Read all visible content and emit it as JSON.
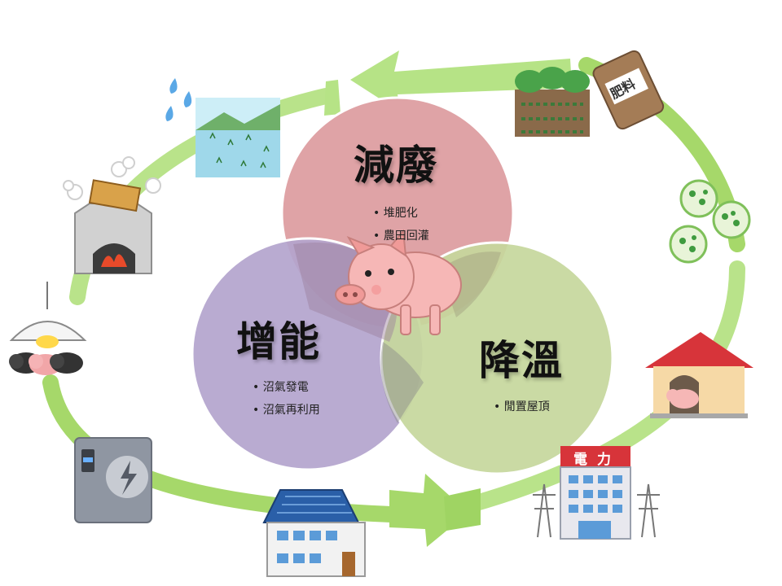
{
  "circles": {
    "reduce_waste": {
      "title": "減廢",
      "items": [
        "堆肥化",
        "農田回灌"
      ],
      "color": "#dfa3a6"
    },
    "increase_energy": {
      "title": "增能",
      "items": [
        "沼氣發電",
        "沼氣再利用"
      ],
      "color": "#b3a4cd"
    },
    "cooling": {
      "title": "降溫",
      "items": [
        "閒置屋頂"
      ],
      "color": "#c5d79c"
    }
  },
  "labels": {
    "fertilizer_bag": "肥料",
    "power_company_sign": "電力"
  },
  "colors": {
    "arrow_green": "#a6d86a",
    "arrow_green_dark": "#7cc048",
    "pig_pink": "#f6b7b6",
    "roof_red": "#d7343a"
  },
  "icons": [
    "pig-icon",
    "rice-paddy-rain-icon",
    "fertilizer-field-icon",
    "fertilizer-bag-icon",
    "algae-cells-icon",
    "steaming-stove-icon",
    "heat-lamp-piglets-icon",
    "battery-cabinet-icon",
    "solar-house-icon",
    "power-company-building-icon",
    "transmission-tower-icon",
    "pig-house-icon"
  ]
}
